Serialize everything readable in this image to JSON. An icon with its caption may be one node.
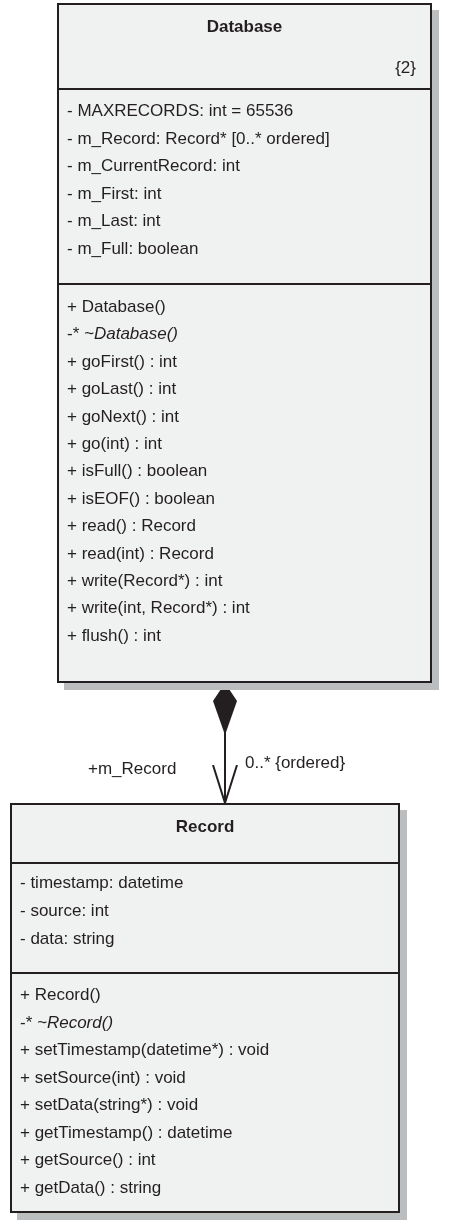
{
  "diagram": {
    "nodes": [
      {
        "text": [
          "Database",
          "{2}"
        ]
      },
      {
        "text": [
          "- MAXRECORDS: int = 65536",
          "- m_Record: Record* [0..* ordered]",
          "- m_CurrentRecord: int",
          "- m_First: int",
          "- m_Last: int",
          "- m_Full: boolean"
        ],
        "in": 0
      },
      {
        "text": [
          "+ Database()",
          "-* *~Database()*",
          "+ goFirst() : int",
          "+ goLast() : int",
          "+ goNext() : int",
          "+ go(int) : int",
          "+ isFull() : boolean",
          "+ isEOF() : boolean",
          "+ read() : Record",
          "+ read(int) : Record",
          "+ write(Record*) : int",
          "+ write(int, Record*) : int",
          "+ flush() : int"
        ],
        "in": 0
      },
      {
        "text": [
          "Record"
        ]
      },
      {
        "text": [
          "- timestamp: datetime",
          "- source: int",
          "- data: string"
        ],
        "in": 3
      },
      {
        "text": [
          "+ Record()",
          "-* *~Record()*",
          "+ setTimestamp(datetime*) : void",
          "+ setSource(int) : void",
          "+ setData(string*) : void",
          "+ getTimestamp() : datetime",
          "+ getSource() : int",
          "+ getData() : string"
        ],
        "in": 3
      }
    ],
    "edges": [
      {
        "from": 0,
        "to": 3,
        "arrow": "to"
      }
    ],
    "labels": [
      "+m_Record",
      "0..* {ordered}"
    ]
  }
}
